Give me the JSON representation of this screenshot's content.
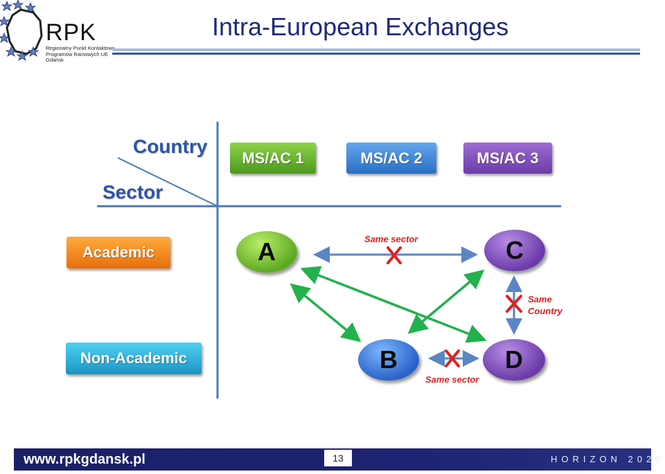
{
  "header": {
    "title": "Intra-European Exchanges",
    "logo_text": "RPK",
    "logo_subtitle": "Regionalny Punkt Kontaktowy\nProgramów Ramowych UE\nGdańsk"
  },
  "diagram": {
    "country_header": "Country",
    "sector_header": "Sector",
    "countries": [
      "MS/AC 1",
      "MS/AC 2",
      "MS/AC 3"
    ],
    "sectors": [
      "Academic",
      "Non-Academic"
    ],
    "nodes": {
      "a": "A",
      "b": "B",
      "c": "C",
      "d": "D"
    },
    "forbidden_labels": {
      "top": "Same sector",
      "bottom": "Same sector",
      "right": "Same\nCountry"
    },
    "colors": {
      "allowed_arrow": "#22b14c",
      "forbidden_arrow": "#5b85c4",
      "forbidden_mark": "#e02020",
      "axis": "#4a78c0"
    }
  },
  "footer": {
    "url": "www.rpkgdansk.pl",
    "page_number": "13",
    "program": "HORIZON 2020"
  }
}
